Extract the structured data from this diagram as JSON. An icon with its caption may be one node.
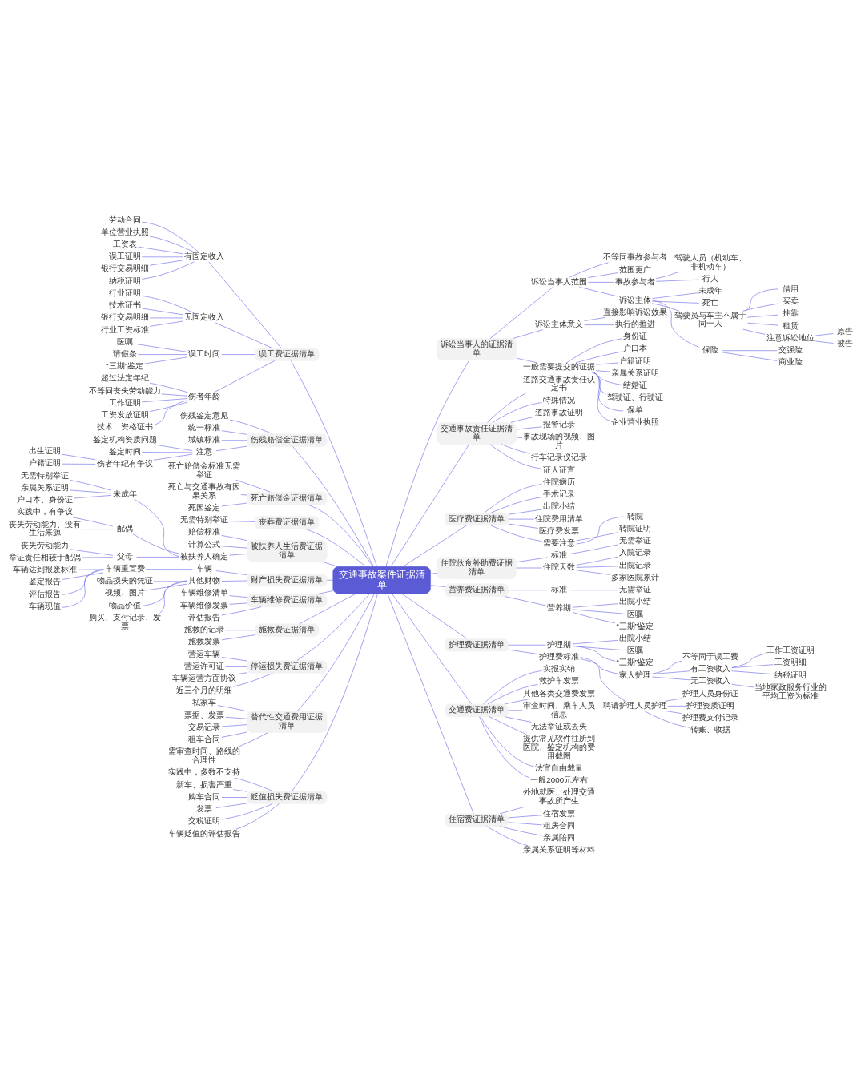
{
  "diagram": {
    "nodes": [
      {
        "text": [
          "交通事故案件证据清单"
        ]
      },
      {
        "text": [
          "误工费证据清单"
        ]
      },
      {
        "text": [
          "有固定收入"
        ]
      },
      {
        "text": [
          "劳动合同"
        ]
      },
      {
        "text": [
          "单位营业执照"
        ]
      },
      {
        "text": [
          "工资表"
        ]
      },
      {
        "text": [
          "误工证明"
        ]
      },
      {
        "text": [
          "银行交易明细"
        ]
      },
      {
        "text": [
          "纳税证明"
        ]
      },
      {
        "text": [
          "无固定收入"
        ]
      },
      {
        "text": [
          "行业证明"
        ]
      },
      {
        "text": [
          "技术证书"
        ]
      },
      {
        "text": [
          "银行交易明细"
        ]
      },
      {
        "text": [
          "行业工资标准"
        ]
      },
      {
        "text": [
          "误工时间"
        ]
      },
      {
        "text": [
          "医嘱"
        ]
      },
      {
        "text": [
          "请假条"
        ]
      },
      {
        "text": [
          "“三期”鉴定"
        ]
      },
      {
        "text": [
          "伤者年龄"
        ]
      },
      {
        "text": [
          "超过法定年纪"
        ]
      },
      {
        "text": [
          "不等同丧失劳动能力"
        ]
      },
      {
        "text": [
          "工作证明"
        ]
      },
      {
        "text": [
          "工资发放证明"
        ]
      },
      {
        "text": [
          "技术、资格证书"
        ]
      },
      {
        "text": [
          "伤残赔偿金证据清单"
        ]
      },
      {
        "text": [
          "伤残鉴定意见"
        ]
      },
      {
        "text": [
          "统一标准"
        ]
      },
      {
        "text": [
          "城镇标准"
        ]
      },
      {
        "text": [
          "注意"
        ]
      },
      {
        "text": [
          "鉴定机构资质问题"
        ]
      },
      {
        "text": [
          "鉴定时间"
        ]
      },
      {
        "text": [
          "伤者年纪有争议"
        ]
      },
      {
        "text": [
          "出生证明"
        ]
      },
      {
        "text": [
          "户籍证明"
        ]
      },
      {
        "text": [
          "死亡赔偿金证据清单"
        ]
      },
      {
        "text": [
          "死亡赔偿金标准无需举证"
        ]
      },
      {
        "text": [
          "死亡与交通事故有因果关系"
        ]
      },
      {
        "text": [
          "死因鉴定"
        ]
      },
      {
        "text": [
          "丧葬费证据清单"
        ]
      },
      {
        "text": [
          "无需特别举证"
        ]
      },
      {
        "text": [
          "被扶养人生活费证据清单"
        ]
      },
      {
        "text": [
          "赔偿标准"
        ]
      },
      {
        "text": [
          "计算公式"
        ]
      },
      {
        "text": [
          "被扶养人确定"
        ]
      },
      {
        "text": [
          "未成年"
        ]
      },
      {
        "text": [
          "无需特别举证"
        ]
      },
      {
        "text": [
          "亲属关系证明"
        ]
      },
      {
        "text": [
          "户口本、身份证"
        ]
      },
      {
        "text": [
          "配偶"
        ]
      },
      {
        "text": [
          "实践中，有争议"
        ]
      },
      {
        "text": [
          "丧失劳动能力、没有生活来源"
        ]
      },
      {
        "text": [
          "父母"
        ]
      },
      {
        "text": [
          "丧失劳动能力"
        ]
      },
      {
        "text": [
          "举证责任相较于配偶"
        ]
      },
      {
        "text": [
          "财产损失费证据清单"
        ]
      },
      {
        "text": [
          "车辆"
        ]
      },
      {
        "text": [
          "车辆重置费"
        ]
      },
      {
        "text": [
          "车辆达到报废标准"
        ]
      },
      {
        "text": [
          "鉴定报告"
        ]
      },
      {
        "text": [
          "评估报告"
        ]
      },
      {
        "text": [
          "车辆现值"
        ]
      },
      {
        "text": [
          "其他财物"
        ]
      },
      {
        "text": [
          "物品损失的凭证"
        ]
      },
      {
        "text": [
          "视频、图片"
        ]
      },
      {
        "text": [
          "物品价值"
        ]
      },
      {
        "text": [
          "购买、支付记录、发票"
        ]
      },
      {
        "text": [
          "车辆维修费证据清单"
        ]
      },
      {
        "text": [
          "车辆维修清单"
        ]
      },
      {
        "text": [
          "车辆维修发票"
        ]
      },
      {
        "text": [
          "评估报告"
        ]
      },
      {
        "text": [
          "施救费证据清单"
        ]
      },
      {
        "text": [
          "施救的记录"
        ]
      },
      {
        "text": [
          "施救发票"
        ]
      },
      {
        "text": [
          "停运损失费证据清单"
        ]
      },
      {
        "text": [
          "营运车辆"
        ]
      },
      {
        "text": [
          "营运许可证"
        ]
      },
      {
        "text": [
          "车辆运营方面协议"
        ]
      },
      {
        "text": [
          "近三个月的明细"
        ]
      },
      {
        "text": [
          "替代性交通费用证据清单"
        ]
      },
      {
        "text": [
          "私家车"
        ]
      },
      {
        "text": [
          "票据、发票"
        ]
      },
      {
        "text": [
          "交易记录"
        ]
      },
      {
        "text": [
          "租车合同"
        ]
      },
      {
        "text": [
          "需审查时间、路线的合理性"
        ]
      },
      {
        "text": [
          "贬值损失费证据清单"
        ]
      },
      {
        "text": [
          "实践中，多数不支持"
        ]
      },
      {
        "text": [
          "新车、损害严重"
        ]
      },
      {
        "text": [
          "购车合同"
        ]
      },
      {
        "text": [
          "发票"
        ]
      },
      {
        "text": [
          "交税证明"
        ]
      },
      {
        "text": [
          "车辆贬值的评估报告"
        ]
      },
      {
        "text": [
          "诉讼当事人的证据清单"
        ]
      },
      {
        "text": [
          "诉讼当事人范围"
        ]
      },
      {
        "text": [
          "不等同事故参与者"
        ]
      },
      {
        "text": [
          "范围更广"
        ]
      },
      {
        "text": [
          "事故参与者"
        ]
      },
      {
        "text": [
          "驾驶人员（机动车、非机动车）"
        ]
      },
      {
        "text": [
          "行人"
        ]
      },
      {
        "text": [
          "诉讼主体"
        ]
      },
      {
        "text": [
          "未成年"
        ]
      },
      {
        "text": [
          "死亡"
        ]
      },
      {
        "text": [
          "驾驶员与车主不属于同一人"
        ]
      },
      {
        "text": [
          "借用"
        ]
      },
      {
        "text": [
          "买卖"
        ]
      },
      {
        "text": [
          "挂靠"
        ]
      },
      {
        "text": [
          "租赁"
        ]
      },
      {
        "text": [
          "注意诉讼地位"
        ]
      },
      {
        "text": [
          "原告"
        ]
      },
      {
        "text": [
          "被告"
        ]
      },
      {
        "text": [
          "保险"
        ]
      },
      {
        "text": [
          "交强险"
        ]
      },
      {
        "text": [
          "商业险"
        ]
      },
      {
        "text": [
          "诉讼主体意义"
        ]
      },
      {
        "text": [
          "直接影响诉讼效果"
        ]
      },
      {
        "text": [
          "执行的推进"
        ]
      },
      {
        "text": [
          "一般需要提交的证据"
        ]
      },
      {
        "text": [
          "身份证"
        ]
      },
      {
        "text": [
          "户口本"
        ]
      },
      {
        "text": [
          "户籍证明"
        ]
      },
      {
        "text": [
          "亲属关系证明"
        ]
      },
      {
        "text": [
          "结婚证"
        ]
      },
      {
        "text": [
          "驾驶证、行驶证"
        ]
      },
      {
        "text": [
          "保单"
        ]
      },
      {
        "text": [
          "企业营业执照"
        ]
      },
      {
        "text": [
          "交通事故责任证据清单"
        ]
      },
      {
        "text": [
          "道路交通事故责任认定书"
        ]
      },
      {
        "text": [
          "特殊情况"
        ]
      },
      {
        "text": [
          "道路事故证明"
        ]
      },
      {
        "text": [
          "报警记录"
        ]
      },
      {
        "text": [
          "事故现场的视频、图片"
        ]
      },
      {
        "text": [
          "行车记录仪记录"
        ]
      },
      {
        "text": [
          "证人证言"
        ]
      },
      {
        "text": [
          "医疗费证据清单"
        ]
      },
      {
        "text": [
          "住院病历"
        ]
      },
      {
        "text": [
          "手术记录"
        ]
      },
      {
        "text": [
          "出院小结"
        ]
      },
      {
        "text": [
          "住院费用清单"
        ]
      },
      {
        "text": [
          "医疗费发票"
        ]
      },
      {
        "text": [
          "需要注意"
        ]
      },
      {
        "text": [
          "转院"
        ]
      },
      {
        "text": [
          "转院证明"
        ]
      },
      {
        "text": [
          "住院伙食补助费证据清单"
        ]
      },
      {
        "text": [
          "标准"
        ]
      },
      {
        "text": [
          "无需举证"
        ]
      },
      {
        "text": [
          "住院天数"
        ]
      },
      {
        "text": [
          "入院记录"
        ]
      },
      {
        "text": [
          "出院记录"
        ]
      },
      {
        "text": [
          "多家医院累计"
        ]
      },
      {
        "text": [
          "营养费证据清单"
        ]
      },
      {
        "text": [
          "标准"
        ]
      },
      {
        "text": [
          "无需举证"
        ]
      },
      {
        "text": [
          "营养期"
        ]
      },
      {
        "text": [
          "出院小结"
        ]
      },
      {
        "text": [
          "医嘱"
        ]
      },
      {
        "text": [
          "“三期”鉴定"
        ]
      },
      {
        "text": [
          "护理费证据清单"
        ]
      },
      {
        "text": [
          "护理期"
        ]
      },
      {
        "text": [
          "出院小结"
        ]
      },
      {
        "text": [
          "医嘱"
        ]
      },
      {
        "text": [
          "“三期”鉴定"
        ]
      },
      {
        "text": [
          "护理费标准"
        ]
      },
      {
        "text": [
          "家人护理"
        ]
      },
      {
        "text": [
          "不等同于误工费"
        ]
      },
      {
        "text": [
          "有工资收入"
        ]
      },
      {
        "text": [
          "工作工资证明"
        ]
      },
      {
        "text": [
          "工资明细"
        ]
      },
      {
        "text": [
          "纳税证明"
        ]
      },
      {
        "text": [
          "无工资收入"
        ]
      },
      {
        "text": [
          "当地家政服务行业的平均工资为标准"
        ]
      },
      {
        "text": [
          "聘请护理人员护理"
        ]
      },
      {
        "text": [
          "护理人员身份证"
        ]
      },
      {
        "text": [
          "护理资质证明"
        ]
      },
      {
        "text": [
          "护理费支付记录"
        ]
      },
      {
        "text": [
          "转账、收据"
        ]
      },
      {
        "text": [
          "交通费证据清单"
        ]
      },
      {
        "text": [
          "实报实销"
        ]
      },
      {
        "text": [
          "救护车发票"
        ]
      },
      {
        "text": [
          "其他各类交通费发票"
        ]
      },
      {
        "text": [
          "审查时间、乘车人员信息"
        ]
      },
      {
        "text": [
          "无法举证或丢失"
        ]
      },
      {
        "text": [
          "提供常见软件往所到医院、鉴定机构的费用截图"
        ]
      },
      {
        "text": [
          "法官自由裁量"
        ]
      },
      {
        "text": [
          "一般2000元左右"
        ]
      },
      {
        "text": [
          "住宿费证据清单"
        ]
      },
      {
        "text": [
          "外地就医、处理交通事故所产生"
        ]
      },
      {
        "text": [
          "住宿发票"
        ]
      },
      {
        "text": [
          "租房合同"
        ]
      },
      {
        "text": [
          "亲属陪同"
        ]
      },
      {
        "text": [
          "亲属关系证明等材料"
        ]
      }
    ],
    "edges": [
      {
        "from": 0,
        "to": 1,
        "arrow": "none"
      },
      {
        "from": 1,
        "to": 2,
        "arrow": "none"
      },
      {
        "from": 2,
        "to": 3,
        "arrow": "none"
      },
      {
        "from": 2,
        "to": 4,
        "arrow": "none"
      },
      {
        "from": 2,
        "to": 5,
        "arrow": "none"
      },
      {
        "from": 2,
        "to": 6,
        "arrow": "none"
      },
      {
        "from": 2,
        "to": 7,
        "arrow": "none"
      },
      {
        "from": 2,
        "to": 8,
        "arrow": "none"
      },
      {
        "from": 1,
        "to": 9,
        "arrow": "none"
      },
      {
        "from": 9,
        "to": 10,
        "arrow": "none"
      },
      {
        "from": 9,
        "to": 11,
        "arrow": "none"
      },
      {
        "from": 9,
        "to": 12,
        "arrow": "none"
      },
      {
        "from": 9,
        "to": 13,
        "arrow": "none"
      },
      {
        "from": 1,
        "to": 14,
        "arrow": "none"
      },
      {
        "from": 14,
        "to": 15,
        "arrow": "none"
      },
      {
        "from": 14,
        "to": 16,
        "arrow": "none"
      },
      {
        "from": 14,
        "to": 17,
        "arrow": "none"
      },
      {
        "from": 1,
        "to": 18,
        "arrow": "none"
      },
      {
        "from": 18,
        "to": 19,
        "arrow": "none"
      },
      {
        "from": 18,
        "to": 20,
        "arrow": "none"
      },
      {
        "from": 18,
        "to": 21,
        "arrow": "none"
      },
      {
        "from": 18,
        "to": 22,
        "arrow": "none"
      },
      {
        "from": 18,
        "to": 23,
        "arrow": "none"
      },
      {
        "from": 0,
        "to": 24,
        "arrow": "none"
      },
      {
        "from": 24,
        "to": 25,
        "arrow": "none"
      },
      {
        "from": 24,
        "to": 26,
        "arrow": "none"
      },
      {
        "from": 24,
        "to": 27,
        "arrow": "none"
      },
      {
        "from": 24,
        "to": 28,
        "arrow": "none"
      },
      {
        "from": 28,
        "to": 29,
        "arrow": "none"
      },
      {
        "from": 28,
        "to": 30,
        "arrow": "none"
      },
      {
        "from": 28,
        "to": 31,
        "arrow": "none"
      },
      {
        "from": 31,
        "to": 32,
        "arrow": "none"
      },
      {
        "from": 31,
        "to": 33,
        "arrow": "none"
      },
      {
        "from": 0,
        "to": 34,
        "arrow": "none"
      },
      {
        "from": 34,
        "to": 35,
        "arrow": "none"
      },
      {
        "from": 34,
        "to": 36,
        "arrow": "none"
      },
      {
        "from": 34,
        "to": 37,
        "arrow": "none"
      },
      {
        "from": 0,
        "to": 38,
        "arrow": "none"
      },
      {
        "from": 38,
        "to": 39,
        "arrow": "none"
      },
      {
        "from": 0,
        "to": 40,
        "arrow": "none"
      },
      {
        "from": 40,
        "to": 41,
        "arrow": "none"
      },
      {
        "from": 40,
        "to": 42,
        "arrow": "none"
      },
      {
        "from": 40,
        "to": 43,
        "arrow": "none"
      },
      {
        "from": 43,
        "to": 44,
        "arrow": "none"
      },
      {
        "from": 44,
        "to": 45,
        "arrow": "none"
      },
      {
        "from": 44,
        "to": 46,
        "arrow": "none"
      },
      {
        "from": 44,
        "to": 47,
        "arrow": "none"
      },
      {
        "from": 43,
        "to": 48,
        "arrow": "none"
      },
      {
        "from": 48,
        "to": 49,
        "arrow": "none"
      },
      {
        "from": 48,
        "to": 50,
        "arrow": "none"
      },
      {
        "from": 43,
        "to": 51,
        "arrow": "none"
      },
      {
        "from": 51,
        "to": 52,
        "arrow": "none"
      },
      {
        "from": 51,
        "to": 53,
        "arrow": "none"
      },
      {
        "from": 0,
        "to": 54,
        "arrow": "none"
      },
      {
        "from": 54,
        "to": 55,
        "arrow": "none"
      },
      {
        "from": 55,
        "to": 56,
        "arrow": "none"
      },
      {
        "from": 56,
        "to": 57,
        "arrow": "none"
      },
      {
        "from": 56,
        "to": 58,
        "arrow": "none"
      },
      {
        "from": 56,
        "to": 59,
        "arrow": "none"
      },
      {
        "from": 56,
        "to": 60,
        "arrow": "none"
      },
      {
        "from": 54,
        "to": 61,
        "arrow": "none"
      },
      {
        "from": 61,
        "to": 62,
        "arrow": "none"
      },
      {
        "from": 61,
        "to": 63,
        "arrow": "none"
      },
      {
        "from": 61,
        "to": 64,
        "arrow": "none"
      },
      {
        "from": 61,
        "to": 65,
        "arrow": "none"
      },
      {
        "from": 0,
        "to": 66,
        "arrow": "none"
      },
      {
        "from": 66,
        "to": 67,
        "arrow": "none"
      },
      {
        "from": 66,
        "to": 68,
        "arrow": "none"
      },
      {
        "from": 66,
        "to": 69,
        "arrow": "none"
      },
      {
        "from": 0,
        "to": 70,
        "arrow": "none"
      },
      {
        "from": 70,
        "to": 71,
        "arrow": "none"
      },
      {
        "from": 70,
        "to": 72,
        "arrow": "none"
      },
      {
        "from": 0,
        "to": 73,
        "arrow": "none"
      },
      {
        "from": 73,
        "to": 74,
        "arrow": "none"
      },
      {
        "from": 73,
        "to": 75,
        "arrow": "none"
      },
      {
        "from": 73,
        "to": 76,
        "arrow": "none"
      },
      {
        "from": 73,
        "to": 77,
        "arrow": "none"
      },
      {
        "from": 0,
        "to": 78,
        "arrow": "none"
      },
      {
        "from": 78,
        "to": 79,
        "arrow": "none"
      },
      {
        "from": 78,
        "to": 80,
        "arrow": "none"
      },
      {
        "from": 78,
        "to": 81,
        "arrow": "none"
      },
      {
        "from": 78,
        "to": 82,
        "arrow": "none"
      },
      {
        "from": 78,
        "to": 83,
        "arrow": "none"
      },
      {
        "from": 0,
        "to": 84,
        "arrow": "none"
      },
      {
        "from": 84,
        "to": 85,
        "arrow": "none"
      },
      {
        "from": 84,
        "to": 86,
        "arrow": "none"
      },
      {
        "from": 84,
        "to": 87,
        "arrow": "none"
      },
      {
        "from": 84,
        "to": 88,
        "arrow": "none"
      },
      {
        "from": 84,
        "to": 89,
        "arrow": "none"
      },
      {
        "from": 84,
        "to": 90,
        "arrow": "none"
      },
      {
        "from": 0,
        "to": 91,
        "arrow": "none"
      },
      {
        "from": 91,
        "to": 92,
        "arrow": "none"
      },
      {
        "from": 92,
        "to": 93,
        "arrow": "none"
      },
      {
        "from": 92,
        "to": 94,
        "arrow": "none"
      },
      {
        "from": 92,
        "to": 95,
        "arrow": "none"
      },
      {
        "from": 95,
        "to": 96,
        "arrow": "none"
      },
      {
        "from": 95,
        "to": 97,
        "arrow": "none"
      },
      {
        "from": 92,
        "to": 98,
        "arrow": "none"
      },
      {
        "from": 98,
        "to": 99,
        "arrow": "none"
      },
      {
        "from": 98,
        "to": 100,
        "arrow": "none"
      },
      {
        "from": 98,
        "to": 101,
        "arrow": "none"
      },
      {
        "from": 101,
        "to": 102,
        "arrow": "none"
      },
      {
        "from": 101,
        "to": 103,
        "arrow": "none"
      },
      {
        "from": 101,
        "to": 104,
        "arrow": "none"
      },
      {
        "from": 101,
        "to": 105,
        "arrow": "none"
      },
      {
        "from": 101,
        "to": 106,
        "arrow": "none"
      },
      {
        "from": 106,
        "to": 107,
        "arrow": "none"
      },
      {
        "from": 106,
        "to": 108,
        "arrow": "none"
      },
      {
        "from": 98,
        "to": 109,
        "arrow": "none"
      },
      {
        "from": 109,
        "to": 110,
        "arrow": "none"
      },
      {
        "from": 109,
        "to": 111,
        "arrow": "none"
      },
      {
        "from": 91,
        "to": 112,
        "arrow": "none"
      },
      {
        "from": 112,
        "to": 113,
        "arrow": "none"
      },
      {
        "from": 112,
        "to": 114,
        "arrow": "none"
      },
      {
        "from": 91,
        "to": 115,
        "arrow": "none"
      },
      {
        "from": 115,
        "to": 116,
        "arrow": "none"
      },
      {
        "from": 115,
        "to": 117,
        "arrow": "none"
      },
      {
        "from": 115,
        "to": 118,
        "arrow": "none"
      },
      {
        "from": 115,
        "to": 119,
        "arrow": "none"
      },
      {
        "from": 115,
        "to": 120,
        "arrow": "none"
      },
      {
        "from": 115,
        "to": 121,
        "arrow": "none"
      },
      {
        "from": 115,
        "to": 122,
        "arrow": "none"
      },
      {
        "from": 115,
        "to": 123,
        "arrow": "none"
      },
      {
        "from": 0,
        "to": 124,
        "arrow": "none"
      },
      {
        "from": 124,
        "to": 125,
        "arrow": "none"
      },
      {
        "from": 124,
        "to": 126,
        "arrow": "none"
      },
      {
        "from": 124,
        "to": 127,
        "arrow": "none"
      },
      {
        "from": 124,
        "to": 128,
        "arrow": "none"
      },
      {
        "from": 124,
        "to": 129,
        "arrow": "none"
      },
      {
        "from": 124,
        "to": 130,
        "arrow": "none"
      },
      {
        "from": 124,
        "to": 131,
        "arrow": "none"
      },
      {
        "from": 0,
        "to": 132,
        "arrow": "none"
      },
      {
        "from": 132,
        "to": 133,
        "arrow": "none"
      },
      {
        "from": 132,
        "to": 134,
        "arrow": "none"
      },
      {
        "from": 132,
        "to": 135,
        "arrow": "none"
      },
      {
        "from": 132,
        "to": 136,
        "arrow": "none"
      },
      {
        "from": 132,
        "to": 137,
        "arrow": "none"
      },
      {
        "from": 132,
        "to": 138,
        "arrow": "none"
      },
      {
        "from": 138,
        "to": 139,
        "arrow": "none"
      },
      {
        "from": 138,
        "to": 140,
        "arrow": "none"
      },
      {
        "from": 0,
        "to": 141,
        "arrow": "none"
      },
      {
        "from": 141,
        "to": 142,
        "arrow": "none"
      },
      {
        "from": 142,
        "to": 143,
        "arrow": "none"
      },
      {
        "from": 141,
        "to": 144,
        "arrow": "none"
      },
      {
        "from": 144,
        "to": 145,
        "arrow": "none"
      },
      {
        "from": 144,
        "to": 146,
        "arrow": "none"
      },
      {
        "from": 144,
        "to": 147,
        "arrow": "none"
      },
      {
        "from": 0,
        "to": 148,
        "arrow": "none"
      },
      {
        "from": 148,
        "to": 149,
        "arrow": "none"
      },
      {
        "from": 149,
        "to": 150,
        "arrow": "none"
      },
      {
        "from": 148,
        "to": 151,
        "arrow": "none"
      },
      {
        "from": 151,
        "to": 152,
        "arrow": "none"
      },
      {
        "from": 151,
        "to": 153,
        "arrow": "none"
      },
      {
        "from": 151,
        "to": 154,
        "arrow": "none"
      },
      {
        "from": 0,
        "to": 155,
        "arrow": "none"
      },
      {
        "from": 155,
        "to": 156,
        "arrow": "none"
      },
      {
        "from": 156,
        "to": 157,
        "arrow": "none"
      },
      {
        "from": 156,
        "to": 158,
        "arrow": "none"
      },
      {
        "from": 156,
        "to": 159,
        "arrow": "none"
      },
      {
        "from": 155,
        "to": 160,
        "arrow": "none"
      },
      {
        "from": 160,
        "to": 161,
        "arrow": "none"
      },
      {
        "from": 161,
        "to": 162,
        "arrow": "none"
      },
      {
        "from": 161,
        "to": 163,
        "arrow": "none"
      },
      {
        "from": 163,
        "to": 164,
        "arrow": "none"
      },
      {
        "from": 163,
        "to": 165,
        "arrow": "none"
      },
      {
        "from": 163,
        "to": 166,
        "arrow": "none"
      },
      {
        "from": 161,
        "to": 167,
        "arrow": "none"
      },
      {
        "from": 167,
        "to": 168,
        "arrow": "none"
      },
      {
        "from": 160,
        "to": 169,
        "arrow": "none"
      },
      {
        "from": 169,
        "to": 170,
        "arrow": "none"
      },
      {
        "from": 169,
        "to": 171,
        "arrow": "none"
      },
      {
        "from": 169,
        "to": 172,
        "arrow": "none"
      },
      {
        "from": 169,
        "to": 173,
        "arrow": "none"
      },
      {
        "from": 0,
        "to": 174,
        "arrow": "none"
      },
      {
        "from": 174,
        "to": 175,
        "arrow": "none"
      },
      {
        "from": 174,
        "to": 176,
        "arrow": "none"
      },
      {
        "from": 174,
        "to": 177,
        "arrow": "none"
      },
      {
        "from": 174,
        "to": 178,
        "arrow": "none"
      },
      {
        "from": 174,
        "to": 179,
        "arrow": "none"
      },
      {
        "from": 174,
        "to": 180,
        "arrow": "none"
      },
      {
        "from": 174,
        "to": 181,
        "arrow": "none"
      },
      {
        "from": 174,
        "to": 182,
        "arrow": "none"
      },
      {
        "from": 0,
        "to": 183,
        "arrow": "none"
      },
      {
        "from": 183,
        "to": 184,
        "arrow": "none"
      },
      {
        "from": 183,
        "to": 185,
        "arrow": "none"
      },
      {
        "from": 183,
        "to": 186,
        "arrow": "none"
      },
      {
        "from": 183,
        "to": 187,
        "arrow": "none"
      },
      {
        "from": 183,
        "to": 188,
        "arrow": "none"
      }
    ]
  }
}
